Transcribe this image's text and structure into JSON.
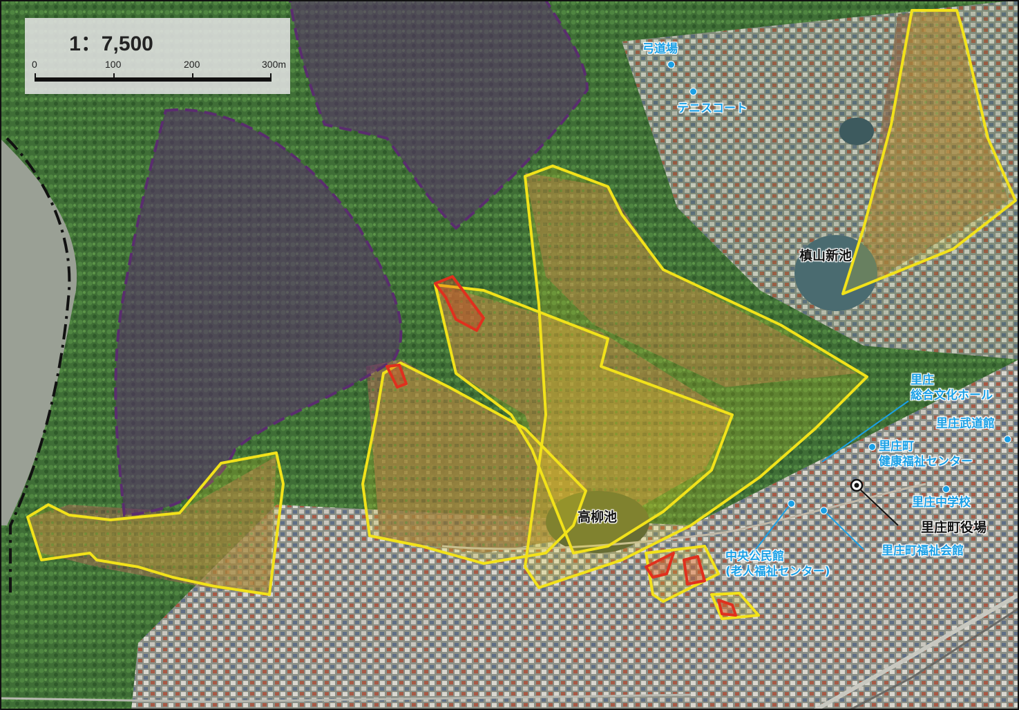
{
  "map": {
    "scale": {
      "ratio": "1：7,500",
      "ticks": [
        "0",
        "100",
        "200",
        "300m"
      ]
    },
    "labels": {
      "kyudojo": "弓道場",
      "tennis": "テニスコート",
      "makiyama_pond": "槙山新池",
      "takayanagi_pond": "高柳池",
      "culture_hall_line1": "里庄",
      "culture_hall_line2": "総合文化ホール",
      "budokan": "里庄武道館",
      "health_center_line1": "里庄町",
      "health_center_line2": "健康福祉センター",
      "junior_high": "里庄中学校",
      "town_office": "里庄町役場",
      "welfare_hall": "里庄町福祉会館",
      "community_center_line1": "中央公民館",
      "community_center_line2": "(老人福祉センター)"
    },
    "colors": {
      "forest": "#3d6b34",
      "urban": "#8a8f84",
      "yellow_zone": "#f2e21a",
      "red_zone": "#e0301e",
      "purple_zone": "#5a2d6e",
      "label_blue": "#1aa0e6"
    }
  }
}
